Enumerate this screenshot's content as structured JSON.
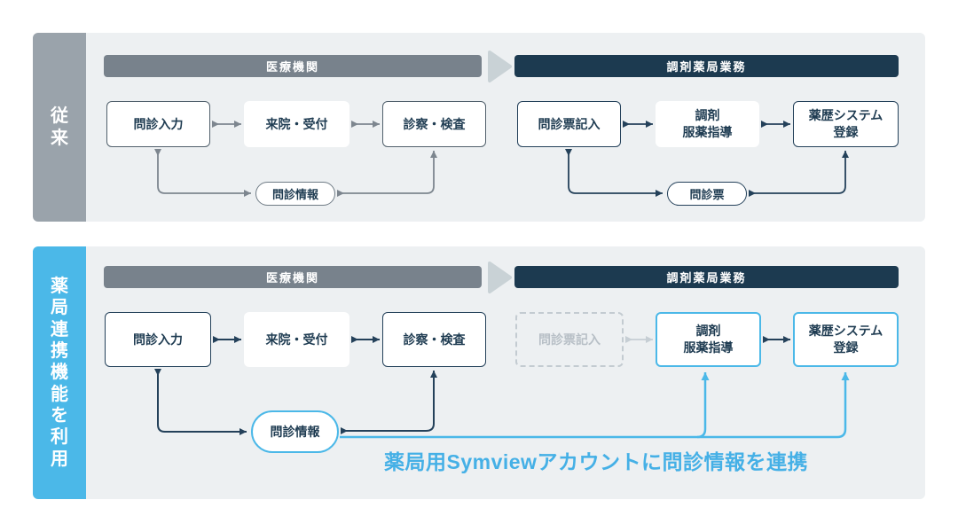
{
  "colors": {
    "panel_bg": "#EDF0F2",
    "sidebar_gray": "#9AA3AB",
    "accent_blue": "#4BB8E8",
    "navy": "#1C3A50",
    "header_gray": "#78828C",
    "arrow_gray": "#7D868F",
    "arrow_light_gray": "#C6CED4",
    "caption_blue": "#45B0E6"
  },
  "conventional": {
    "sidebar_label": "従来",
    "header_medical": "医療機関",
    "header_pharmacy": "調剤薬局業務",
    "box_interview_input": "問診入力",
    "box_visit_reception": "来院・受付",
    "box_exam_test": "診察・検査",
    "box_questionnaire_fill": "問診票記入",
    "box_dispense_line1": "調剤",
    "box_dispense_line2": "服薬指導",
    "box_history_line1": "薬歴システム",
    "box_history_line2": "登録",
    "pill_interview_info": "問診情報",
    "pill_questionnaire": "問診票"
  },
  "pharmacy_link": {
    "sidebar_label": "薬局連携機能を利用",
    "header_medical": "医療機関",
    "header_pharmacy": "調剤薬局業務",
    "box_interview_input": "問診入力",
    "box_visit_reception": "来院・受付",
    "box_exam_test": "診察・検査",
    "box_questionnaire_fill": "問診票記入",
    "box_dispense_line1": "調剤",
    "box_dispense_line2": "服薬指導",
    "box_history_line1": "薬歴システム",
    "box_history_line2": "登録",
    "pill_interview_info": "問診情報",
    "caption": "薬局用Symviewアカウントに問診情報を連携"
  }
}
